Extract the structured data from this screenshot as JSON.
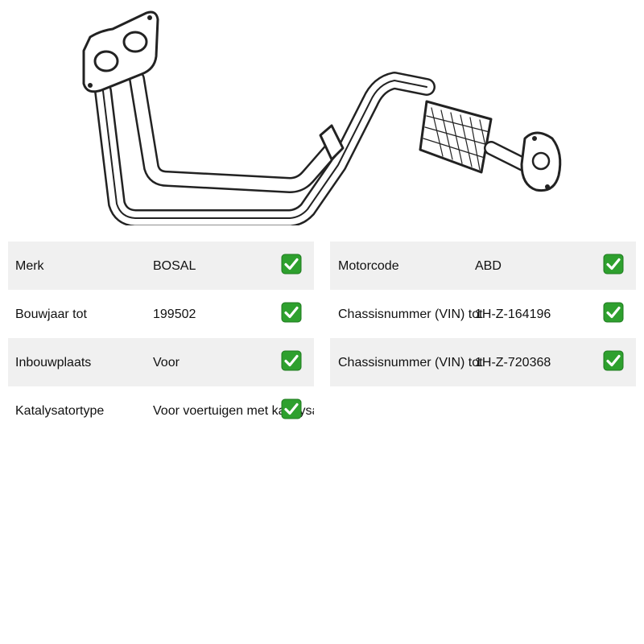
{
  "product": {
    "image_icon": "exhaust-front-pipe-drawing"
  },
  "specs_left": [
    {
      "label": "Merk",
      "value": "BOSAL",
      "status_icon": "check-icon"
    },
    {
      "label": "Bouwjaar tot",
      "value": "199502",
      "status_icon": "check-icon"
    },
    {
      "label": "Inbouwplaats",
      "value": "Voor",
      "status_icon": "check-icon"
    },
    {
      "label": "Katalysatortype",
      "value": "Voor voertuigen met katalysator",
      "status_icon": "check-icon"
    }
  ],
  "specs_right": [
    {
      "label": "Motorcode",
      "value": "ABD",
      "status_icon": "check-icon"
    },
    {
      "label": "Chassisnummer (VIN) tot",
      "value": "1H-Z-164196",
      "status_icon": "check-icon"
    },
    {
      "label": "Chassisnummer (VIN) tot",
      "value": "1H-Z-720368",
      "status_icon": "check-icon"
    }
  ],
  "colors": {
    "row_shade": "#f0f0f0",
    "check_green": "#2ea02e",
    "text": "#111111"
  }
}
